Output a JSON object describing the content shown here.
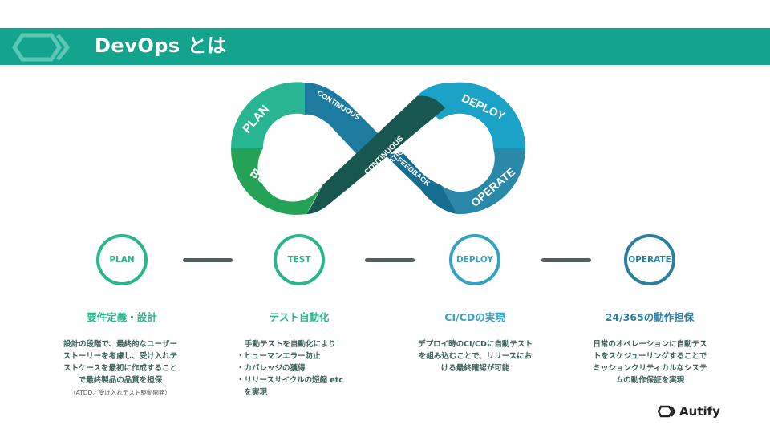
{
  "header": {
    "title": "DevOps とは"
  },
  "diagram": {
    "plan": "PLAN",
    "build": "BUILD",
    "continuous": "CONTINUOUS",
    "ci_line1": "CONTINUOUS",
    "ci_line2": "INTEGRATION",
    "feedback": "FEEDBACK",
    "deploy": "DEPLOY",
    "operate": "OPERATE"
  },
  "stages": [
    {
      "label": "PLAN",
      "title": "要件定義・設計",
      "desc": [
        "設計の段階で、最終的なユーザー",
        "ストーリーを考慮し、受け入れテ",
        "ストケースを最初に作成すること",
        "で最終製品の品質を担保"
      ],
      "note": "（ATDD／受け入れテスト駆動開発）",
      "color": "#2bb58d"
    },
    {
      "label": "TEST",
      "title": "テスト自動化",
      "desc": [
        "手動テストを自動化により",
        "・ヒューマンエラー防止",
        "・カバレッジの獲得",
        "・リリースサイクルの短縮 etc",
        "　を実現"
      ],
      "color": "#2bb58d"
    },
    {
      "label": "DEPLOY",
      "title": "CI/CDの実現",
      "desc": [
        "デプロイ時のCI/CDに自動テスト",
        "を組み込むことで、リリースにお",
        "ける最終確認が可能"
      ],
      "color": "#35a2c1"
    },
    {
      "label": "OPERATE",
      "title": "24/365の動作担保",
      "desc": [
        "日常のオペレーションに自動テス",
        "トをスケジューリングすることで",
        "ミッションクリティカルなシステ",
        "ムの動作保証を実現"
      ],
      "color": "#2d7f9e"
    }
  ],
  "brand": {
    "name": "Autify"
  }
}
